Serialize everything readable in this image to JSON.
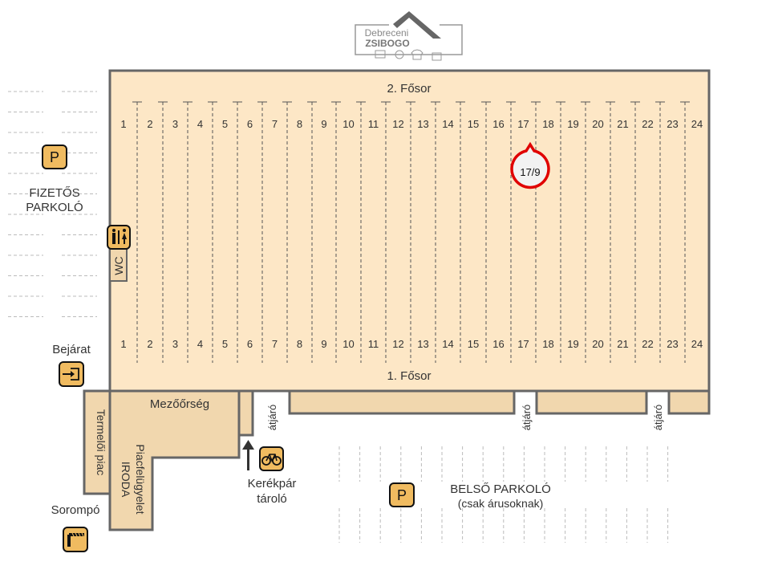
{
  "logo": {
    "line1": "Debreceni",
    "line2": "ZSIBOGO"
  },
  "market": {
    "row_top_label": "2. Fősor",
    "row_bottom_label": "1. Fősor",
    "stall_numbers": [
      "1",
      "2",
      "3",
      "4",
      "5",
      "6",
      "7",
      "8",
      "9",
      "10",
      "11",
      "12",
      "13",
      "14",
      "15",
      "16",
      "17",
      "18",
      "19",
      "20",
      "21",
      "22",
      "23",
      "24"
    ]
  },
  "marker": {
    "label": "17/9",
    "color": "#e00000"
  },
  "labels": {
    "paid_parking": [
      "FIZETŐS",
      "PARKOLÓ"
    ],
    "wc": "WC",
    "entrance": "Bejárat",
    "barrier": "Sorompó",
    "producer_market": "Termelői piac",
    "office": "IRODA",
    "supervision": "Piacfelügyelet",
    "field_guard": "Mezőőrség",
    "passage": "átjáró",
    "bike_storage": [
      "Kerékpár",
      "tároló"
    ],
    "inner_parking": "BELSŐ PARKOLÓ",
    "inner_parking_note": "(csak árusoknak)",
    "parking_sign": "P"
  },
  "colors": {
    "area": "#fde7c6",
    "building": "#f1d7ae",
    "border": "#666666",
    "icon": "#f0bb60"
  }
}
